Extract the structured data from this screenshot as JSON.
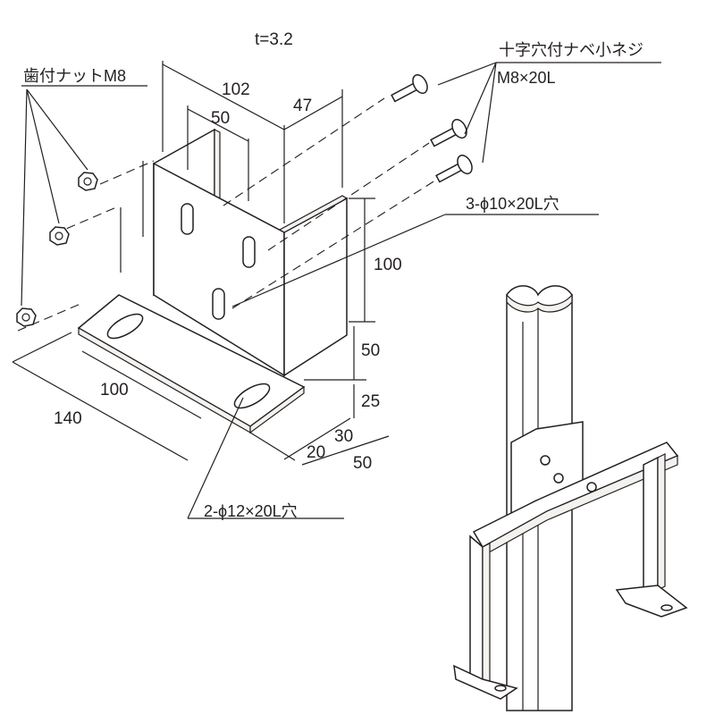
{
  "labels": {
    "thickness": "t=3.2",
    "nut": "歯付ナットM8",
    "screw_name": "十字穴付ナベ小ネジ",
    "screw_size": "M8×20L",
    "slot_upper": "3-ϕ10×20L穴",
    "slot_lower": "2-ϕ12×20L穴"
  },
  "dims": {
    "d102": "102",
    "d47": "47",
    "d50_top": "50",
    "d100_vert": "100",
    "d50_vert": "50",
    "d25": "25",
    "d100_base": "100",
    "d140": "140",
    "d20": "20",
    "d30": "30",
    "d50_base": "50"
  },
  "icons": {
    "screw": "pan-head-screw-icon",
    "nut": "serrated-nut-icon"
  },
  "colors": {
    "line": "#231f20",
    "face": "#f4f2ef"
  }
}
